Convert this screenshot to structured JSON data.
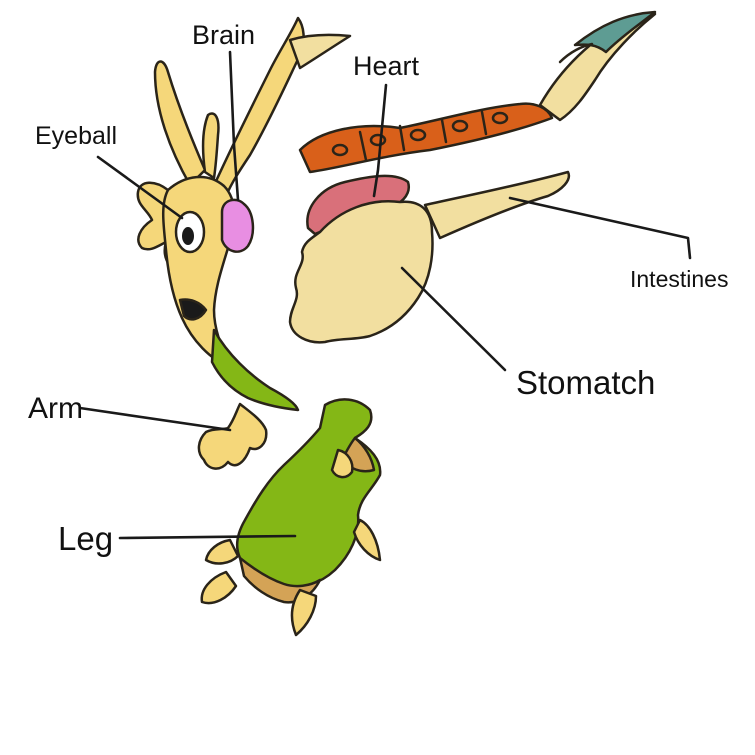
{
  "labels": {
    "brain": "Brain",
    "heart": "Heart",
    "eyeball": "Eyeball",
    "intestines": "Intestines",
    "stomatch": "Stomatch",
    "arm": "Arm",
    "leg": "Leg"
  },
  "colors": {
    "skin_yellow": "#f5d77a",
    "skin_cream": "#f2dfa0",
    "brain_pink": "#e88ee2",
    "heart_red": "#d9707a",
    "spine_orange": "#d9601a",
    "leg_green": "#84b716",
    "leg_tan": "#d4a356",
    "feather_teal": "#5e9c93"
  }
}
